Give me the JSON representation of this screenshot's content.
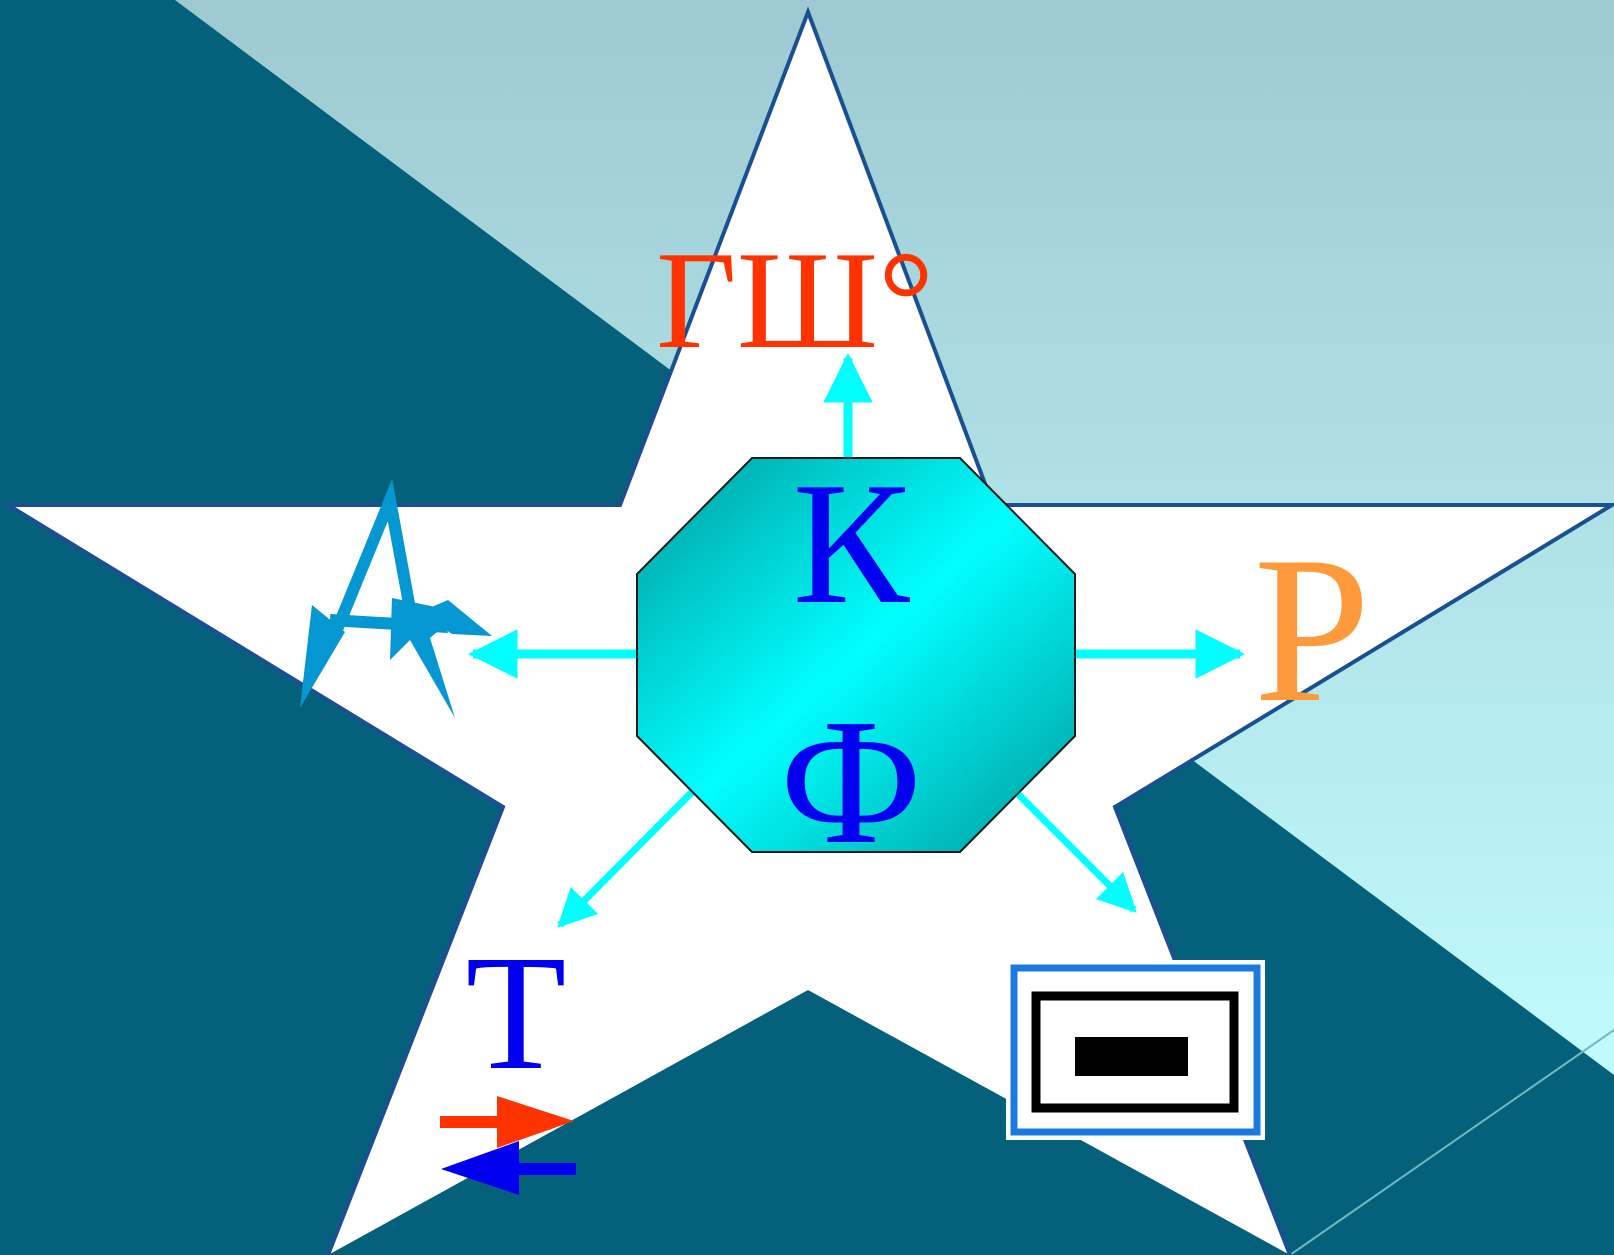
{
  "labels": {
    "center_top": "К",
    "center_bottom": "Ф",
    "top": "ГШ°",
    "right": "Р",
    "left": "A",
    "bottom_left": "Т"
  },
  "colors": {
    "background_dark": "#05607b",
    "background_light_top": "#9fc9d2",
    "background_light_bottom": "#c0fbfd",
    "star_fill": "#ffffff",
    "star_outline": "#1a4f91",
    "arrow": "#00ffff",
    "octagon_dark": "#009b9e",
    "octagon_light": "#00ffff",
    "center_text": "#0000ee",
    "top_text": "#ff3300",
    "right_text": "#ff9a3c",
    "left_icon": "#0597d2",
    "t_text": "#0000ee",
    "t_arrow_red": "#ff3300",
    "t_arrow_blue": "#0000ee",
    "resistor_frame": "#1a7ae0",
    "resistor_body": "#000000"
  },
  "icons": {
    "left": "stacked-a-letters-icon",
    "bottom_left_arrows": "opposite-arrows-icon",
    "bottom_right": "resistor-symbol-icon"
  }
}
